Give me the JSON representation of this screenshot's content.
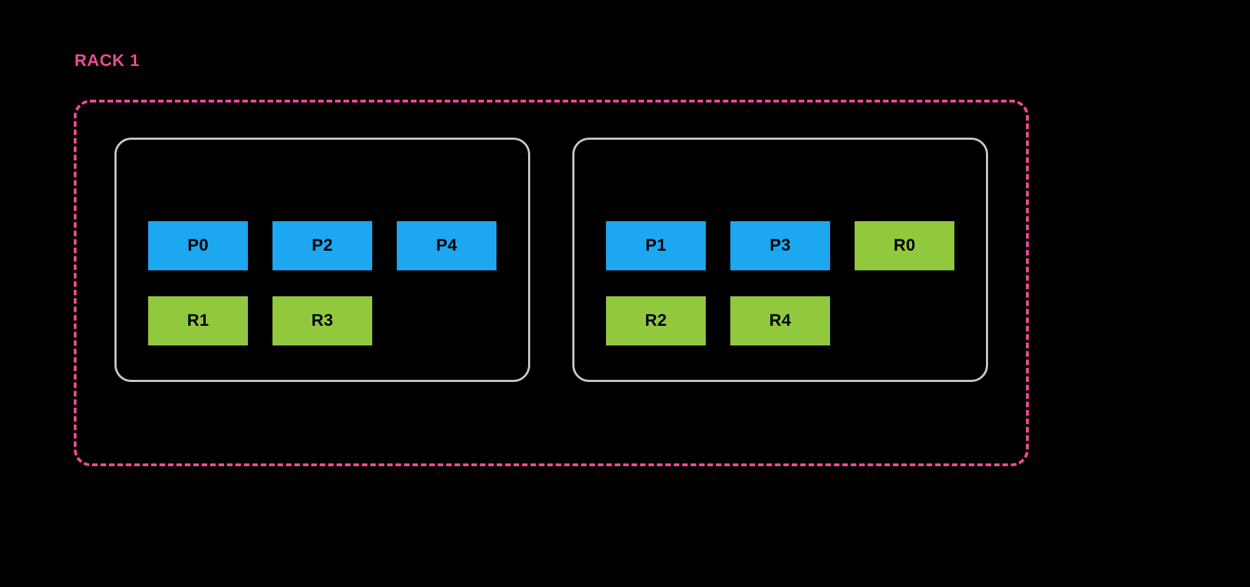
{
  "diagram": {
    "title": "RACK 1",
    "background_color": "#000000",
    "rack": {
      "label": "RACK 1",
      "label_color": "#EE4B97",
      "border_color": "#EE4B97",
      "border_style": "dashed"
    },
    "node_border_color": "#C8C8C8",
    "legend_colors": {
      "primary": "#1CA7F0",
      "replica": "#92C83E",
      "label_text": "#000000"
    },
    "nodes": [
      {
        "name": "node-1",
        "rows": [
          {
            "name": "primary-row",
            "units": [
              {
                "label": "P0",
                "kind": "primary"
              },
              {
                "label": "P2",
                "kind": "primary"
              },
              {
                "label": "P4",
                "kind": "primary"
              }
            ]
          },
          {
            "name": "replica-row",
            "units": [
              {
                "label": "R1",
                "kind": "replica"
              },
              {
                "label": "R3",
                "kind": "replica"
              }
            ]
          }
        ]
      },
      {
        "name": "node-2",
        "rows": [
          {
            "name": "primary-row",
            "units": [
              {
                "label": "P1",
                "kind": "primary"
              },
              {
                "label": "P3",
                "kind": "primary"
              },
              {
                "label": "R0",
                "kind": "replica"
              }
            ]
          },
          {
            "name": "replica-row",
            "units": [
              {
                "label": "R2",
                "kind": "replica"
              },
              {
                "label": "R4",
                "kind": "replica"
              }
            ]
          }
        ]
      }
    ]
  }
}
